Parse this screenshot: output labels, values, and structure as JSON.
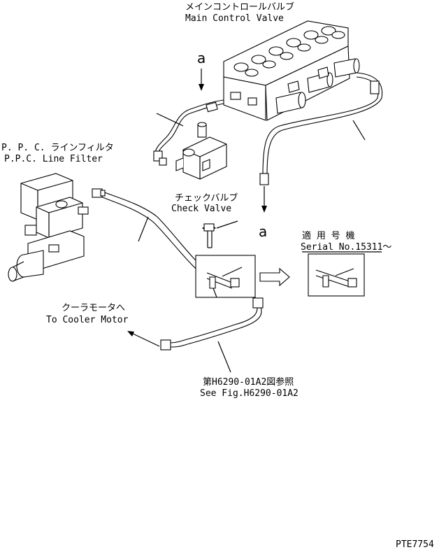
{
  "labels": {
    "main_valve_jp": "メインコントロールバルブ",
    "main_valve_en": "Main Control Valve",
    "ppc_filter_jp": "P. P. C. ラインフィルタ",
    "ppc_filter_en": "P.P.C. Line Filter",
    "check_valve_jp": "チェックバルブ",
    "check_valve_en": "Check Valve",
    "view_a_top": "a",
    "view_a_bottom": "a",
    "serial_jp": "適 用 号 機",
    "serial_en": "Serial No.15311～",
    "cooler_jp": "クーラモータへ",
    "cooler_en": "To Cooler Motor",
    "ref_jp": "第H6290-01A2図参照",
    "ref_en": "See Fig.H6290-01A2",
    "figure_id": "PTE7754"
  },
  "colors": {
    "ink": "#000000",
    "paper": "#ffffff"
  }
}
